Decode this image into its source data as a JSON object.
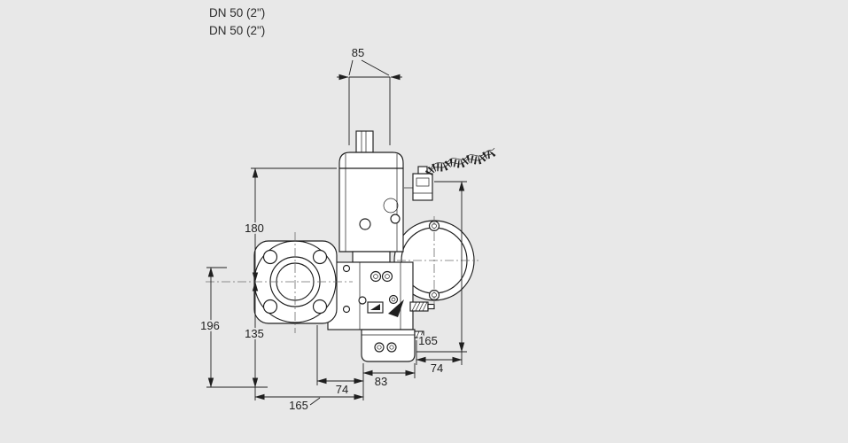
{
  "page": {
    "background": "#e8e8e8",
    "ink": "#1f1f1f"
  },
  "labels": {
    "size_line1": "DN 50 (2\")",
    "size_line2": "DN 50 (2\")"
  },
  "dimensions": {
    "top_width": "85",
    "upper_height": "180",
    "total_height": "196",
    "lower_height": "135",
    "bottom_flange_span": "165",
    "bottom_left": "74",
    "bottom_housing": "83",
    "right_height": "165",
    "right_depth": "74"
  }
}
